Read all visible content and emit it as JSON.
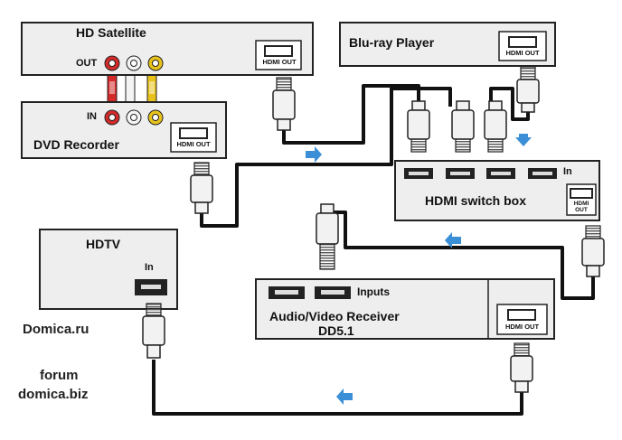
{
  "devices": {
    "satellite": {
      "title": "HD Satellite",
      "out_label": "OUT",
      "hdmi_port_label": "HDMI OUT"
    },
    "dvd": {
      "title": "DVD Recorder",
      "in_label": "IN",
      "hdmi_port_label": "HDMI OUT"
    },
    "bluray": {
      "title": "Blu-ray Player",
      "hdmi_port_label": "HDMI OUT"
    },
    "switch": {
      "title": "HDMI switch box",
      "in_label": "In",
      "hdmi_port_label": "HDMI OUT"
    },
    "hdtv": {
      "title": "HDTV",
      "in_label": "In"
    },
    "receiver": {
      "title": "Audio/Video Receiver",
      "subtitle": "DD5.1",
      "inputs_label": "Inputs",
      "hdmi_port_label": "HDMI OUT"
    }
  },
  "watermark": {
    "site": "Domica.ru",
    "forum_label": "forum",
    "forum_site": "domica.biz"
  },
  "colors": {
    "panel": "#eeeeee",
    "stroke": "#222222",
    "cable": "#111111",
    "arrow": "#3a8fd6",
    "plug": "#f2f2f2",
    "rca_red": "#d42a2a",
    "rca_yellow": "#e8c21a",
    "rca_white": "#f4f4f4"
  }
}
